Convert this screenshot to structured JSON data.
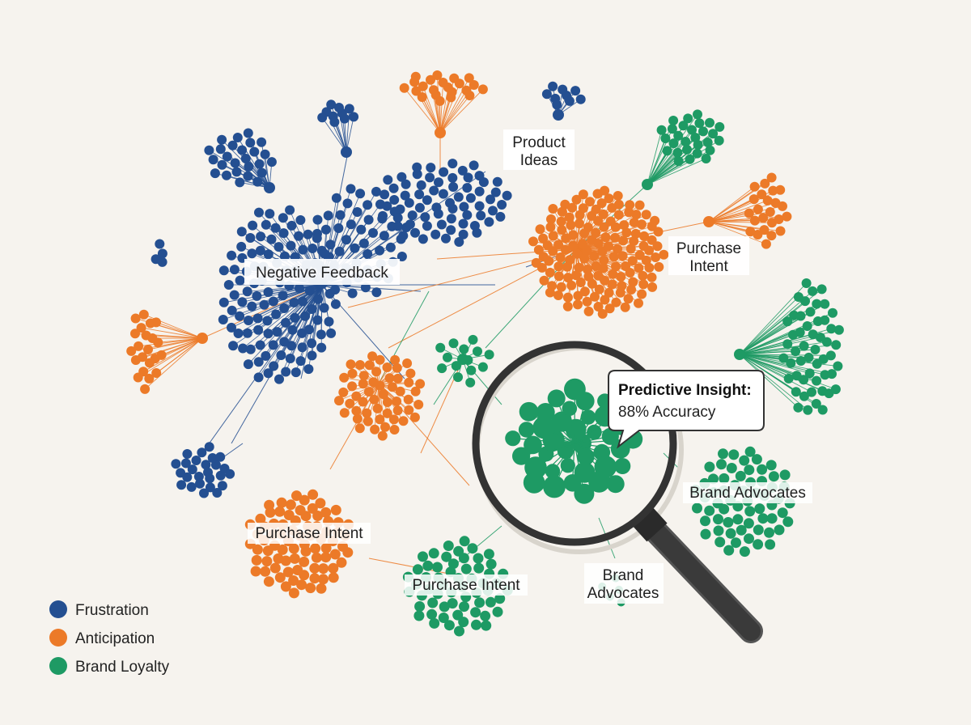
{
  "colors": {
    "frustration": "#244f91",
    "anticipation": "#ec7a28",
    "loyalty": "#1e9a64",
    "background": "#f6f3ee",
    "lens": "#3a3a3a"
  },
  "labels": {
    "negative_feedback": "Negative Feedback",
    "product_ideas_1": "Product",
    "product_ideas_2": "Ideas",
    "purchase_intent_right_1": "Purchase",
    "purchase_intent_right_2": "Intent",
    "purchase_intent_left": "Purchase Intent",
    "purchase_intent_bottom": "Purchase Intent",
    "brand_advocates_right": "Brand Advocates",
    "brand_advocates_bottom_1": "Brand",
    "brand_advocates_bottom_2": "Advocates"
  },
  "callout": {
    "title": "Predictive Insight:",
    "body": "88% Accuracy"
  },
  "legend": [
    {
      "label": "Frustration",
      "color": "#244f91"
    },
    {
      "label": "Anticipation",
      "color": "#ec7a28"
    },
    {
      "label": "Brand Loyalty",
      "color": "#1e9a64"
    }
  ],
  "icons": {
    "magnifier": "magnifying-glass-icon"
  }
}
